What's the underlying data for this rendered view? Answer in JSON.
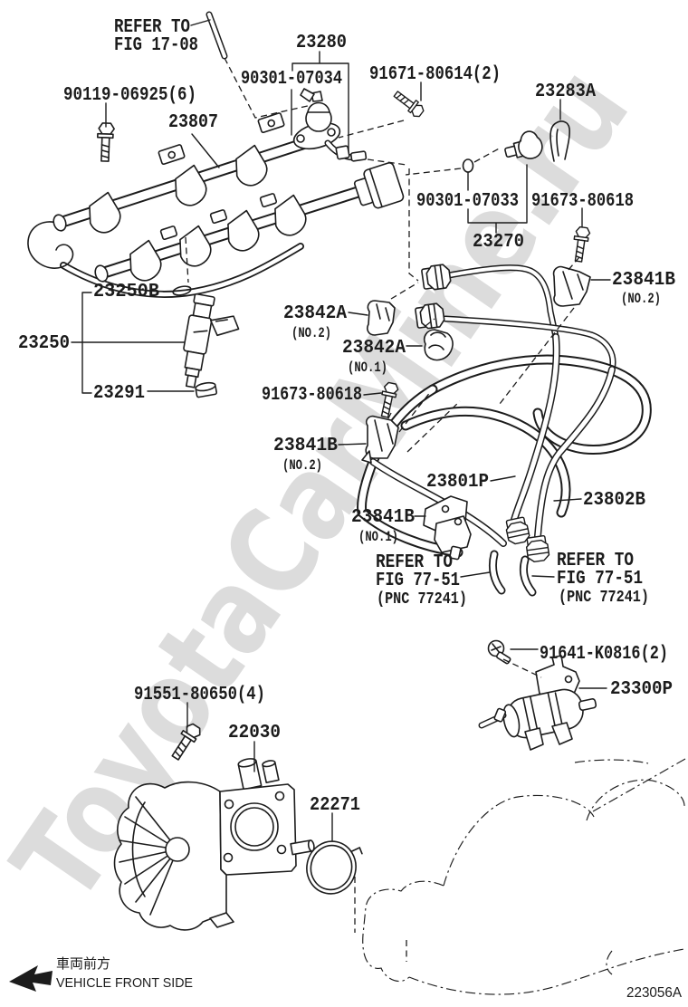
{
  "watermark": "ToyotaCarMine.ru",
  "diagram_code": "223056A",
  "orientation": {
    "jp": "車両前方",
    "en": "VEHICLE FRONT SIDE",
    "arrow_direction": "left"
  },
  "notes": {
    "refer_to": "REFER TO",
    "fig_17_08": "FIG 17-08",
    "fig_77_51": "FIG 77-51",
    "pnc_77241": "(PNC 77241)"
  },
  "callouts": {
    "bolt_90119": "90119-06925(6)",
    "fuel_rail": "23807",
    "regulator_assy": "23280",
    "oring_07034": "90301-07034",
    "bolt_91671": "91671-80614(2)",
    "clip_23283a": "23283A",
    "oring_07033": "90301-07033",
    "bolt_91673": "91673-80618",
    "damper_23270": "23270",
    "oring_23250b": "23250B",
    "injector_23250": "23250",
    "grommet_23291": "23291",
    "clamp_23842a": "23842A",
    "bracket_23841b": "23841B",
    "no1": "(NO.1)",
    "no2": "(NO.2)",
    "pipe_23801p": "23801P",
    "hose_23802b": "23802B",
    "bolt_91641": "91641-K0816(2)",
    "filter_23300p": "23300P",
    "bolt_91551": "91551-80650(4)",
    "throttle_22030": "22030",
    "gasket_22271": "22271"
  },
  "colors": {
    "background": "#ffffff",
    "line": "#1c1c1c",
    "watermark": "#dcdcdc"
  }
}
